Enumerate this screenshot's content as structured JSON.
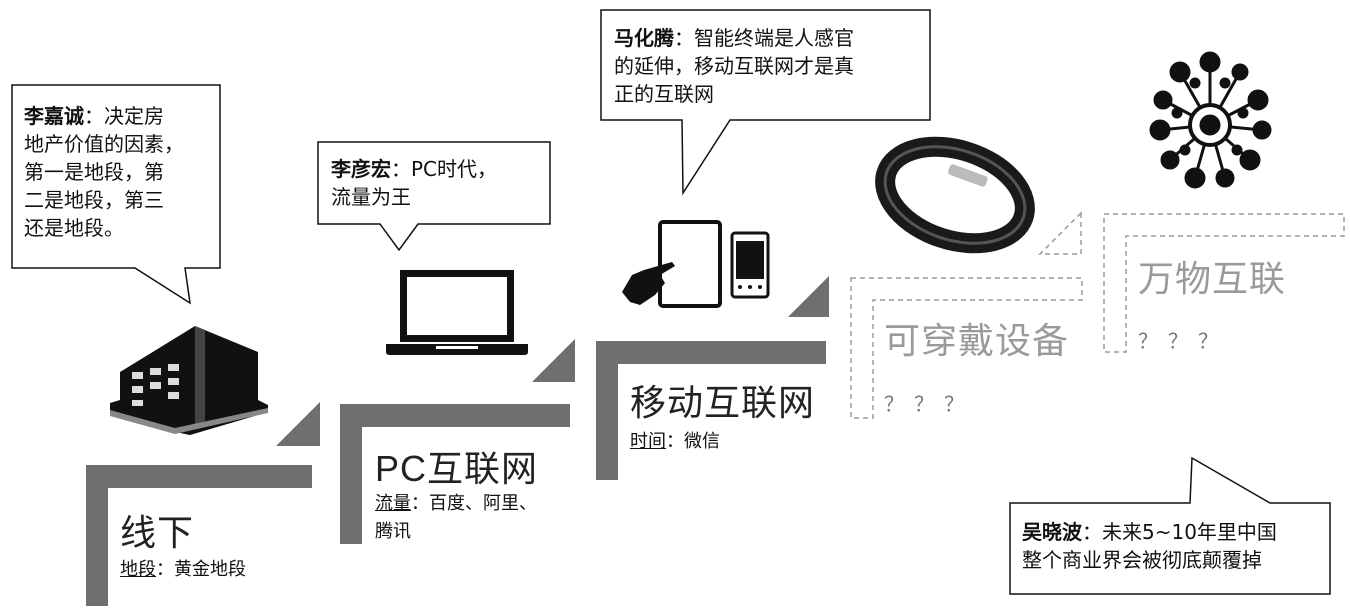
{
  "quotes": {
    "li_jiacheng": {
      "name": "李嘉诚",
      "sep": "：",
      "lines": [
        "决定房",
        "地产价值的因素，",
        "第一是地段，第",
        "二是地段，第三",
        "还是地段。"
      ]
    },
    "li_yanhong": {
      "name": "李彦宏",
      "sep": "：",
      "lines": [
        "PC时代，",
        "流量为王"
      ]
    },
    "ma_huateng": {
      "name": "马化腾",
      "sep": "：",
      "lines": [
        "智能终端是人感官",
        "的延伸，移动互联网才是真",
        "正的互联网"
      ]
    },
    "wu_xiaobo": {
      "name": "吴晓波",
      "sep": "：",
      "lines": [
        "未来5~10年里中国",
        "整个商业界会被彻底颠覆掉"
      ]
    }
  },
  "stages": {
    "offline": {
      "title": "线下",
      "key": "地段",
      "sep": "：",
      "value": "黄金地段"
    },
    "pc": {
      "title": "PC互联网",
      "key": "流量",
      "sep": "：",
      "value1": "百度、阿里、",
      "value2": "腾讯"
    },
    "mobile": {
      "title": "移动互联网",
      "key": "时间",
      "sep": "：",
      "value": "微信"
    },
    "wearable": {
      "title": "可穿戴设备",
      "value": "？？？"
    },
    "iot": {
      "title": "万物互联",
      "value": "？？？"
    }
  },
  "colors": {
    "step": "#6f6f6f",
    "dashed": "#9a9a9a",
    "text": "#111111"
  }
}
